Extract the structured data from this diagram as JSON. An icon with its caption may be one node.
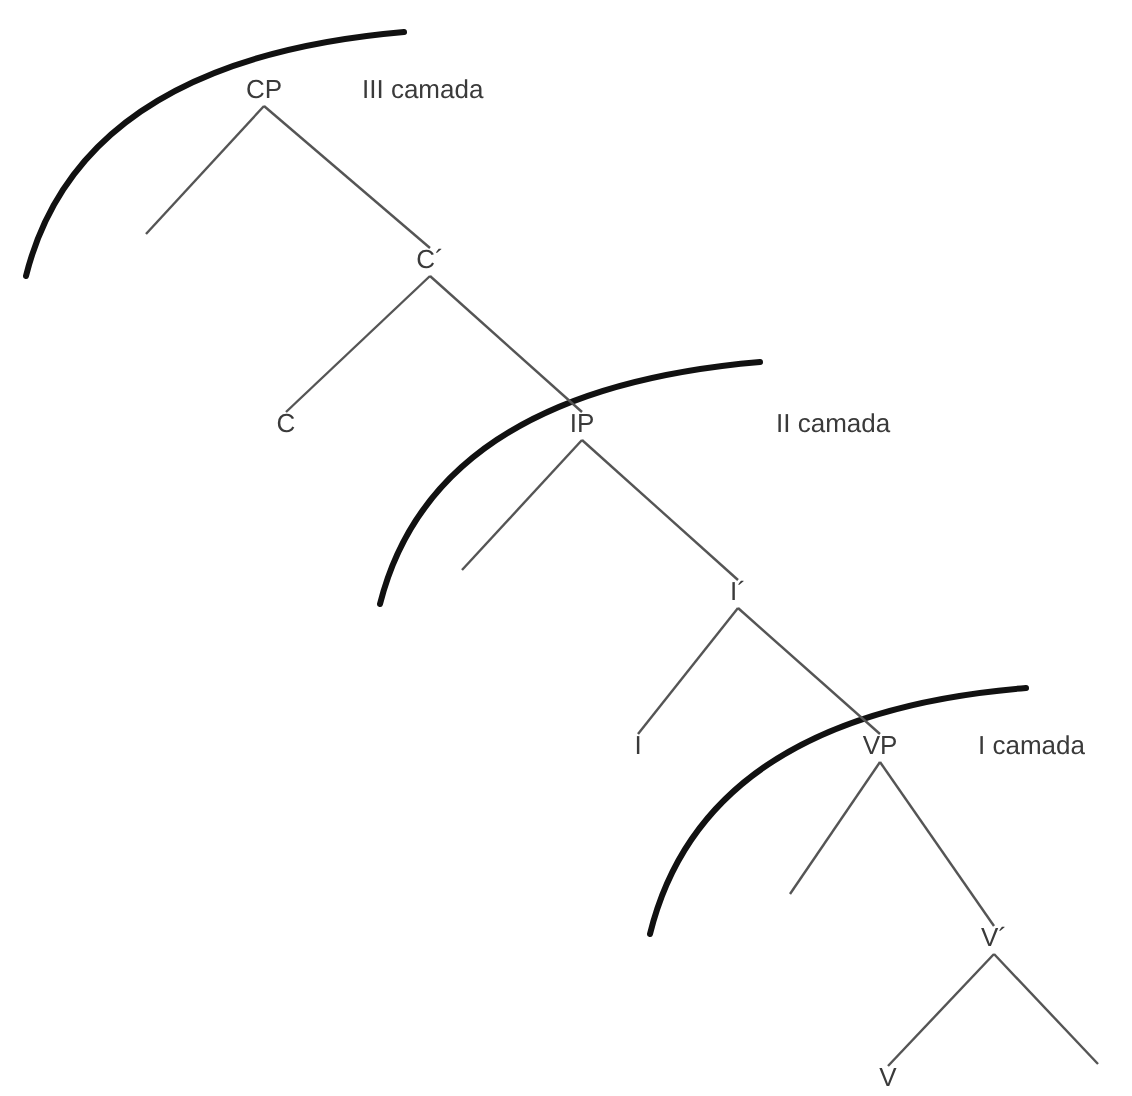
{
  "diagram": {
    "nodes": [
      {
        "text": [
          "CP"
        ]
      },
      {
        "text": [
          "C´"
        ]
      },
      {
        "text": [
          "C"
        ]
      },
      {
        "text": [
          "IP"
        ]
      },
      {
        "text": [
          "I´"
        ]
      },
      {
        "text": [
          "I"
        ]
      },
      {
        "text": [
          "VP"
        ]
      },
      {
        "text": [
          "V´"
        ]
      },
      {
        "text": [
          "V"
        ]
      }
    ],
    "edges": [
      {
        "from": 0,
        "to": null,
        "arrow": "none"
      },
      {
        "from": 0,
        "to": 1,
        "arrow": "none"
      },
      {
        "from": 1,
        "to": 2,
        "arrow": "none"
      },
      {
        "from": 1,
        "to": 3,
        "arrow": "none"
      },
      {
        "from": 3,
        "to": null,
        "arrow": "none"
      },
      {
        "from": 3,
        "to": 4,
        "arrow": "none"
      },
      {
        "from": 4,
        "to": 5,
        "arrow": "none"
      },
      {
        "from": 4,
        "to": 6,
        "arrow": "none"
      },
      {
        "from": 6,
        "to": null,
        "arrow": "none"
      },
      {
        "from": 6,
        "to": 7,
        "arrow": "none"
      },
      {
        "from": 7,
        "to": 8,
        "arrow": "none"
      },
      {
        "from": 7,
        "to": null,
        "arrow": "none"
      }
    ],
    "labels": [
      "III camada",
      "II camada",
      "I camada"
    ]
  }
}
